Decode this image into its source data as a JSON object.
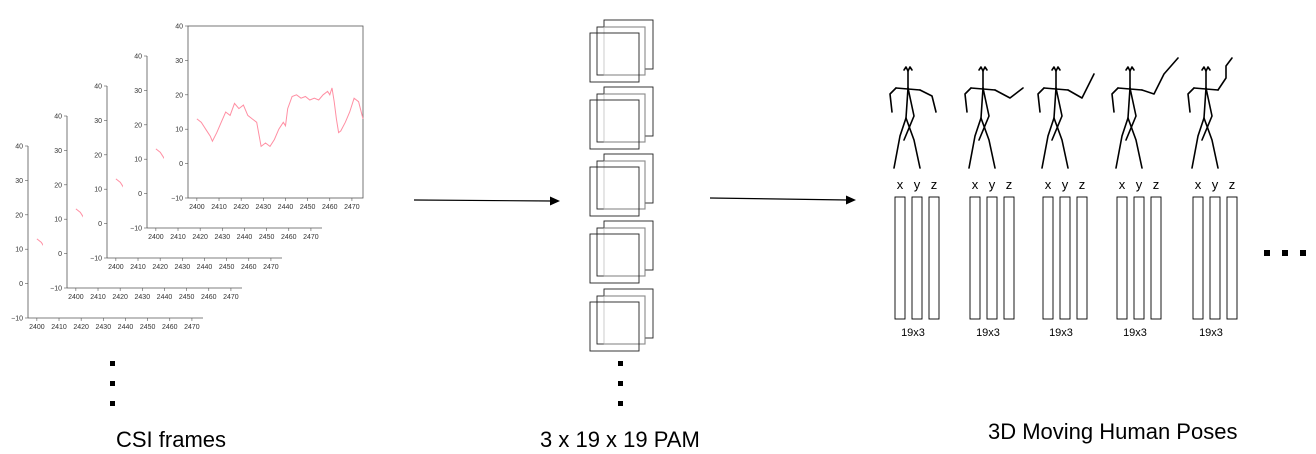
{
  "captions": {
    "csi": "CSI frames",
    "pam": "3 x 19 x 19 PAM",
    "poses": "3D Moving Human Poses"
  },
  "csi_frames": {
    "x_ticks": [
      "2400",
      "2410",
      "2420",
      "2430",
      "2440",
      "2450",
      "2460",
      "2470"
    ],
    "y_ticks": [
      "−10",
      "0",
      "10",
      "20",
      "30",
      "40"
    ],
    "line_color": "#ff8fa3"
  },
  "chart_data": {
    "type": "line",
    "title": "",
    "xlabel": "",
    "ylabel": "",
    "xlim": [
      2396,
      2475
    ],
    "ylim": [
      -10,
      40
    ],
    "series": [
      {
        "color": "#ff8fa3",
        "points": [
          [
            2400,
            13
          ],
          [
            2402,
            12
          ],
          [
            2404,
            10
          ],
          [
            2406,
            8
          ],
          [
            2407,
            6.5
          ],
          [
            2409,
            9
          ],
          [
            2411,
            12
          ],
          [
            2413,
            15
          ],
          [
            2415,
            14
          ],
          [
            2417,
            17.5
          ],
          [
            2419,
            16
          ],
          [
            2421,
            17
          ],
          [
            2423,
            14
          ],
          [
            2425,
            13
          ],
          [
            2427,
            12
          ],
          [
            2429,
            5
          ],
          [
            2431,
            6
          ],
          [
            2433,
            5
          ],
          [
            2435,
            7
          ],
          [
            2437,
            10
          ],
          [
            2439,
            12
          ],
          [
            2440,
            11
          ],
          [
            2441,
            16
          ],
          [
            2443,
            19.5
          ],
          [
            2445,
            20
          ],
          [
            2447,
            19
          ],
          [
            2449,
            19.5
          ],
          [
            2451,
            18.5
          ],
          [
            2453,
            19
          ],
          [
            2455,
            18.5
          ],
          [
            2457,
            20
          ],
          [
            2459,
            21
          ],
          [
            2460,
            20
          ],
          [
            2461,
            22
          ],
          [
            2462,
            18
          ],
          [
            2463,
            13
          ],
          [
            2464,
            9
          ],
          [
            2465,
            9.5
          ],
          [
            2467,
            12
          ],
          [
            2469,
            15
          ],
          [
            2471,
            19
          ],
          [
            2473,
            18
          ],
          [
            2475,
            13
          ]
        ]
      }
    ]
  },
  "poses": {
    "labels": [
      "19x3",
      "19x3",
      "19x3",
      "19x3",
      "19x3"
    ],
    "axis_labels": [
      "x",
      "y",
      "z"
    ]
  },
  "ellipsis": "• • •"
}
